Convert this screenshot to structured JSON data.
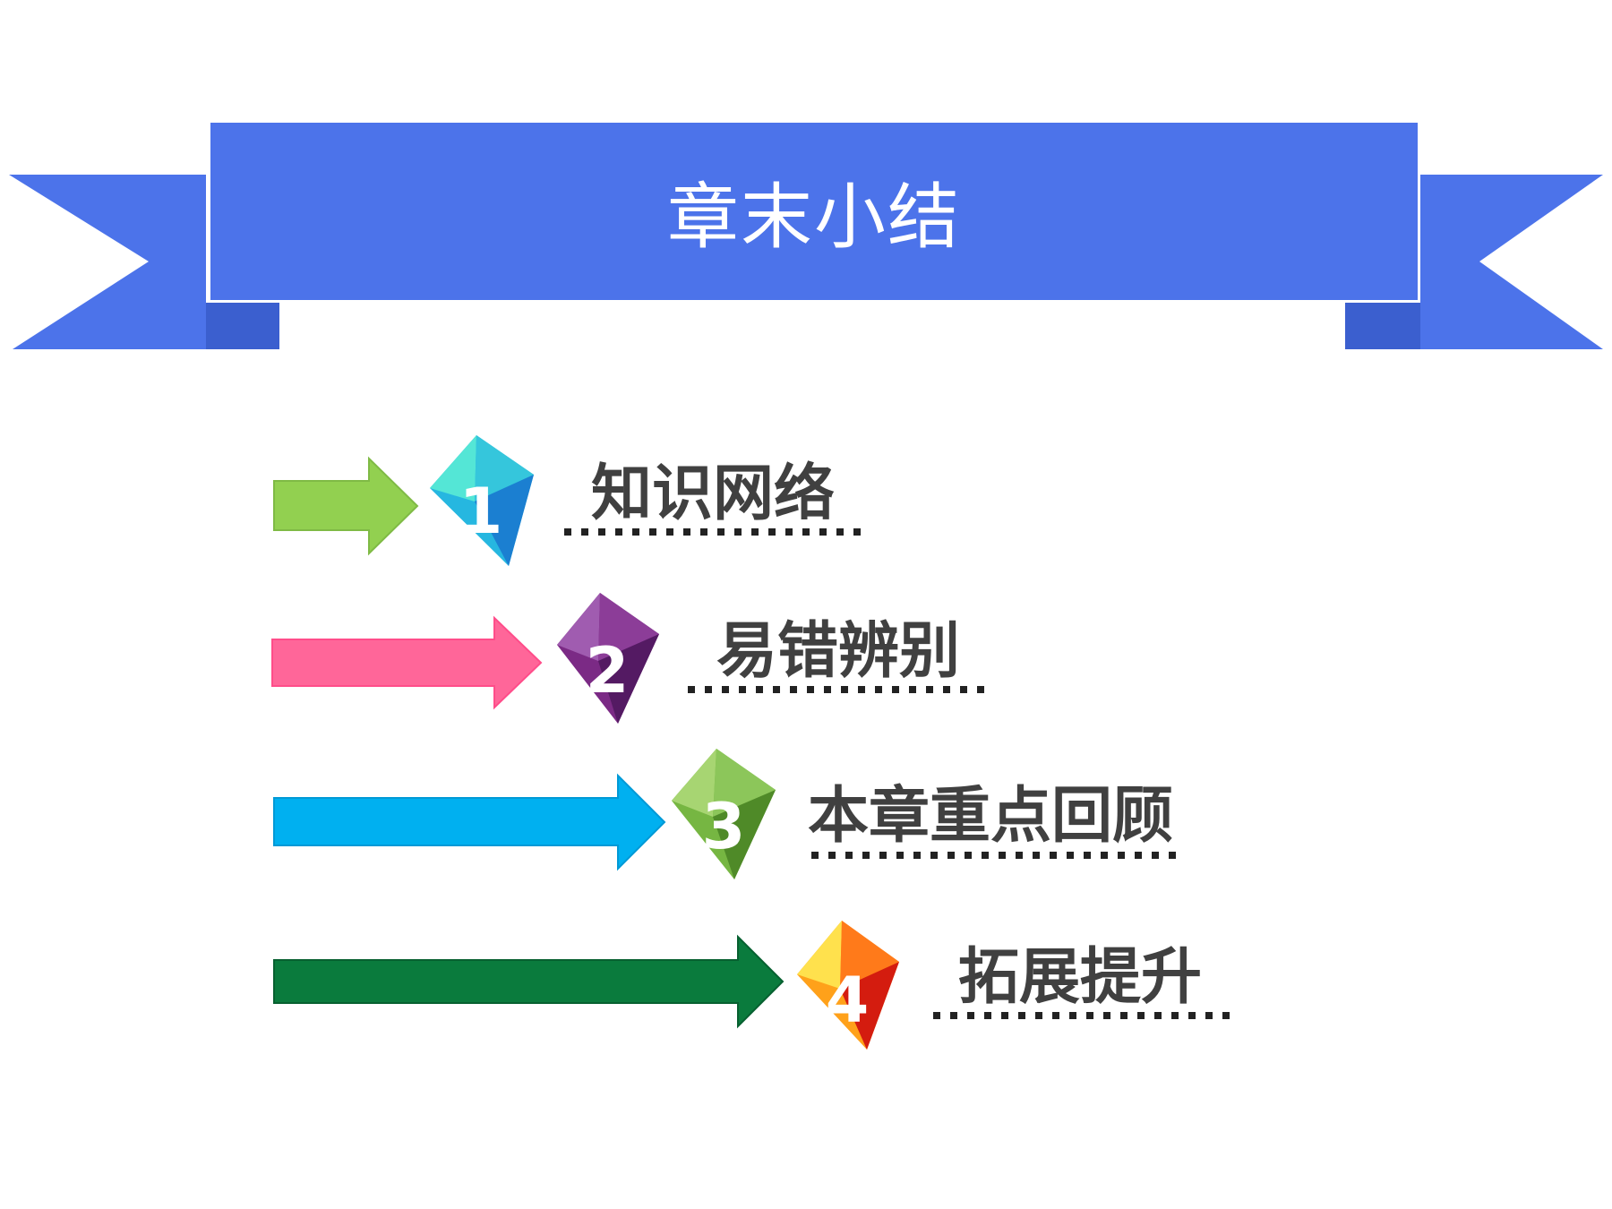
{
  "title": "章末小结",
  "colors": {
    "banner": "#4c73ea",
    "banner_shadow": "#3b5fcf",
    "label_text": "#404040",
    "dots": "#222222"
  },
  "items": [
    {
      "number": "1",
      "label": "知识网络",
      "arrow_color": "#92d050",
      "gem": [
        "#54e6d6",
        "#26b7e0",
        "#1b7fd1"
      ]
    },
    {
      "number": "2",
      "label": "易错辨别",
      "arrow_color": "#ff6699",
      "gem": [
        "#a05cb0",
        "#7b2a85",
        "#541a63"
      ]
    },
    {
      "number": "3",
      "label": "本章重点回顾",
      "arrow_color": "#00b0f0",
      "gem": [
        "#a7d572",
        "#76b642",
        "#4f8a28"
      ]
    },
    {
      "number": "4",
      "label": "拓展提升",
      "arrow_color": "#0a7b3d",
      "gem": [
        "#ffe14d",
        "#ffa11a",
        "#d41c0f"
      ]
    }
  ]
}
